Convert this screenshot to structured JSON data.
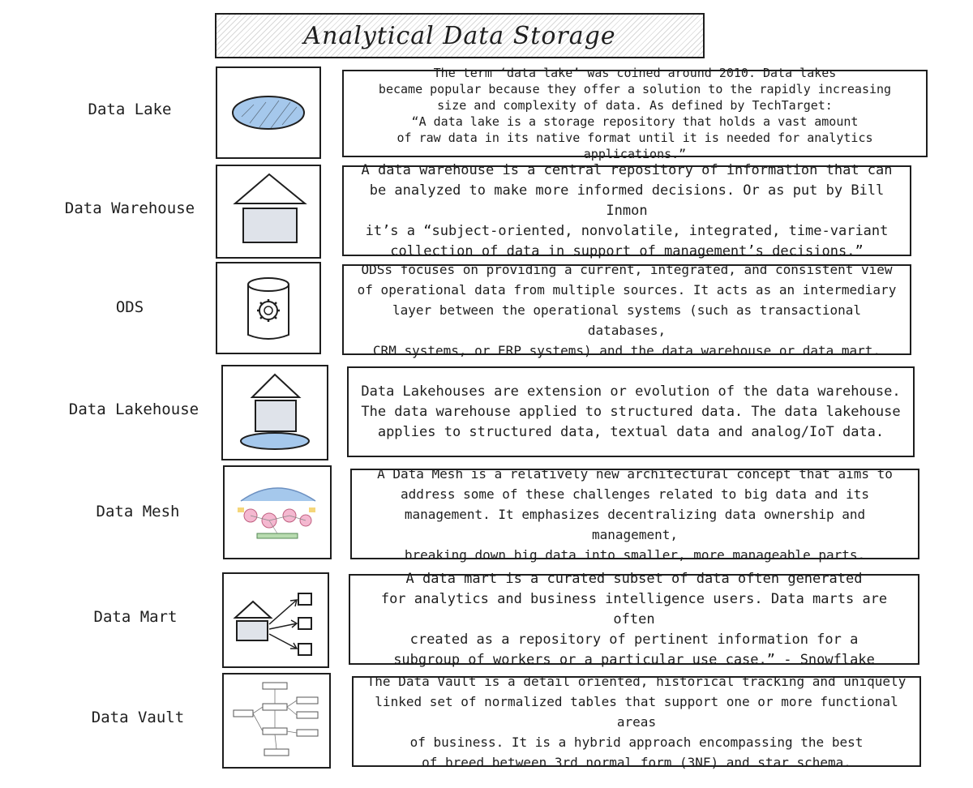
{
  "title": "Analytical Data Storage",
  "colors": {
    "ink": "#1e1e1e",
    "accent_blue": "#a5c8ec",
    "hatch_gray": "#d8d8d8"
  },
  "rows": [
    {
      "label": "Data Lake",
      "icon": "ellipse-lake-icon",
      "description": "The term ‘data lake’ was coined around 2010. Data lakes\nbecame popular because they offer a solution to the rapidly increasing\nsize and complexity of data. As defined by TechTarget:\n“A data lake is a storage repository that holds a vast amount\nof raw data in its native format until it is needed for analytics applications.”"
    },
    {
      "label": "Data Warehouse",
      "icon": "warehouse-house-icon",
      "description": "A data warehouse is a central repository of information that can\nbe analyzed to make more informed decisions. Or as put by Bill Inmon\nit’s a “subject-oriented, nonvolatile, integrated, time-variant\ncollection of data in support of management’s decisions.”"
    },
    {
      "label": "ODS",
      "icon": "database-gear-icon",
      "description": "ODSs focuses on providing a current, integrated, and consistent view\nof operational data from multiple sources. It acts as an intermediary\nlayer between the operational systems (such as transactional databases,\nCRM systems, or ERP systems) and the data warehouse or data mart."
    },
    {
      "label": "Data Lakehouse",
      "icon": "lakehouse-icon",
      "description": "Data Lakehouses are extension or evolution of the data warehouse.\nThe data warehouse applied to structured data. The data lakehouse\napplies to structured data, textual data and analog/IoT data."
    },
    {
      "label": "Data Mesh",
      "icon": "data-mesh-diagram-icon",
      "description": "A Data Mesh is a relatively new architectural concept that aims to\naddress some of these challenges related to big data and its\nmanagement. It emphasizes decentralizing data ownership and management,\nbreaking down big data into smaller, more manageable parts."
    },
    {
      "label": "Data Mart",
      "icon": "data-mart-icon",
      "description": "A data mart is a curated subset of data often generated\nfor analytics and business intelligence users. Data marts are often\ncreated as a repository of pertinent information for a\nsubgroup of workers or a particular use case.” - Snowflake"
    },
    {
      "label": "Data Vault",
      "icon": "data-vault-diagram-icon",
      "description": "The Data Vault is a detail oriented, historical tracking and uniquely\nlinked set of normalized tables that support one or more functional areas\nof business. It is a hybrid approach encompassing the best\nof breed between 3rd normal form (3NF) and star schema."
    }
  ]
}
